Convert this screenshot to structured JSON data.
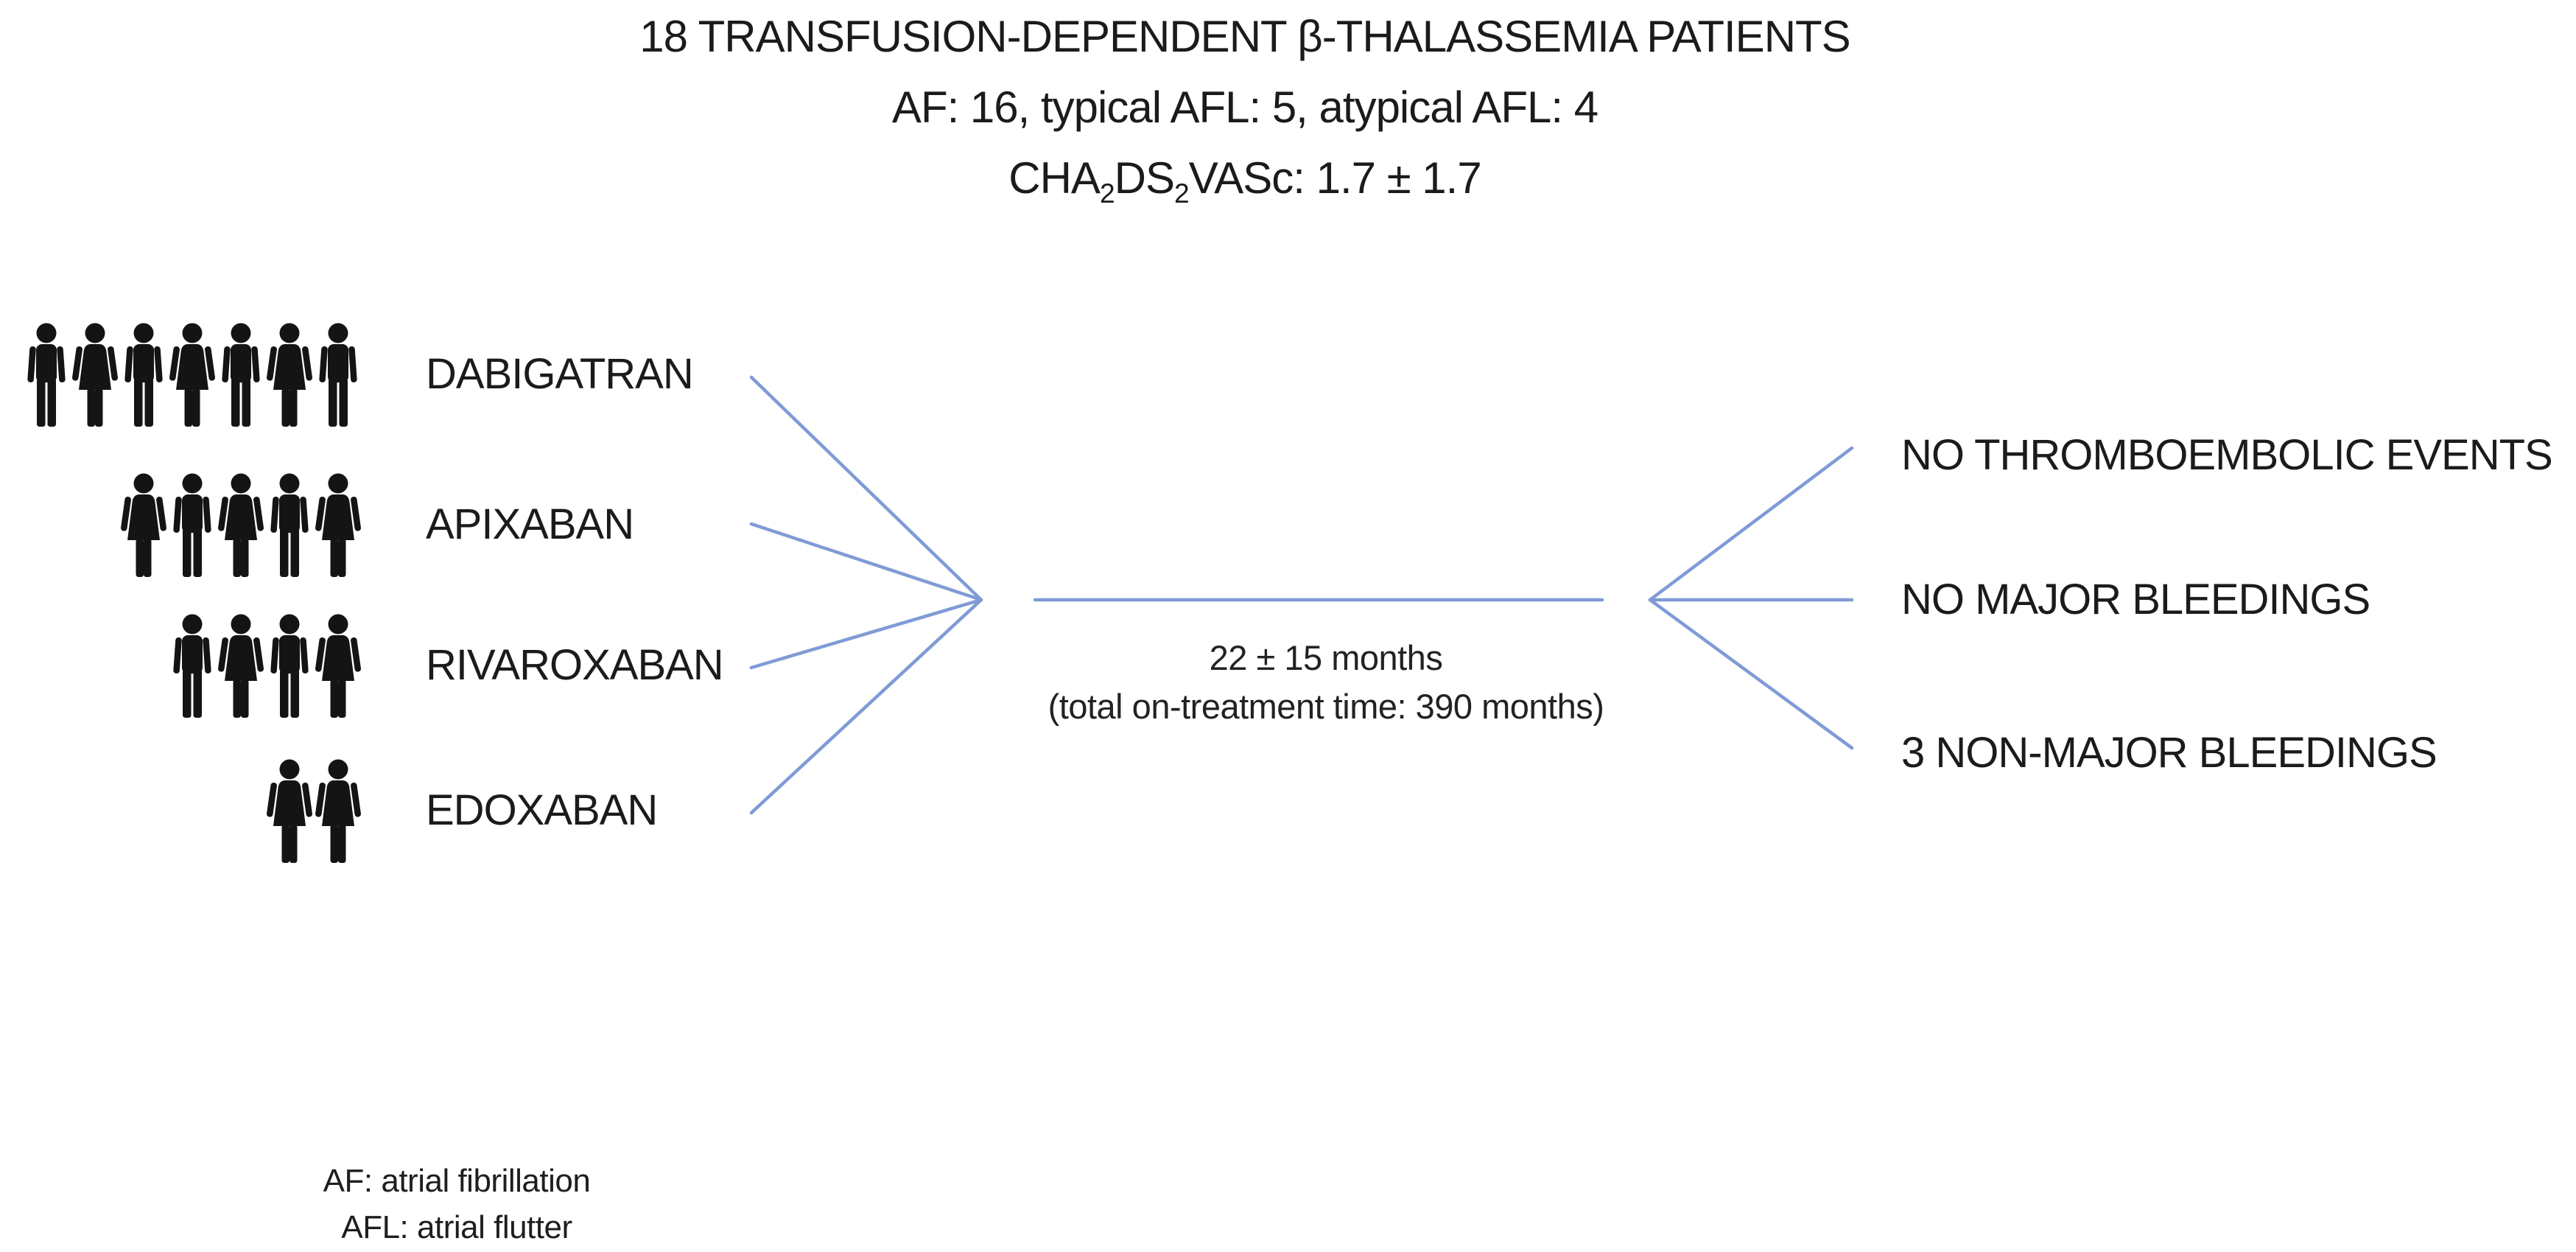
{
  "title": {
    "line1": "18 TRANSFUSION-DEPENDENT β-THALASSEMIA PATIENTS",
    "line2": "AF: 16, typical AFL: 5, atypical AFL: 4",
    "line3": {
      "part1": "CHA",
      "sub1": "2",
      "part2": "DS",
      "sub2": "2",
      "part3": "VASc: 1.7 ± 1.7"
    }
  },
  "cohort": {
    "total_patients": 18,
    "groups": [
      {
        "name": "DABIGATRAN",
        "count": 7,
        "genders": [
          "male",
          "female",
          "male",
          "female",
          "male",
          "female",
          "male"
        ]
      },
      {
        "name": "APIXABAN",
        "count": 5,
        "genders": [
          "female",
          "male",
          "female",
          "male",
          "female"
        ]
      },
      {
        "name": "RIVAROXABAN",
        "count": 4,
        "genders": [
          "male",
          "female",
          "male",
          "female"
        ]
      },
      {
        "name": "EDOXABAN",
        "count": 2,
        "genders": [
          "female",
          "female"
        ]
      }
    ]
  },
  "duration": {
    "line1": "22 ± 15 months",
    "line2": "(total on-treatment time: 390 months)"
  },
  "outcomes": [
    {
      "label": "NO THROMBOEMBOLIC EVENTS"
    },
    {
      "label": "NO MAJOR BLEEDINGS"
    },
    {
      "label": "3 NON-MAJOR BLEEDINGS"
    }
  ],
  "footnotes": [
    "AF: atrial fibrillation",
    "AFL: atrial flutter"
  ],
  "icons": {
    "male": "male-person-icon",
    "female": "female-person-icon"
  },
  "colors": {
    "connector_blue": "#7f9bd6",
    "icon_black": "#141414",
    "text_black": "#1c1c1c",
    "background": "#ffffff"
  }
}
